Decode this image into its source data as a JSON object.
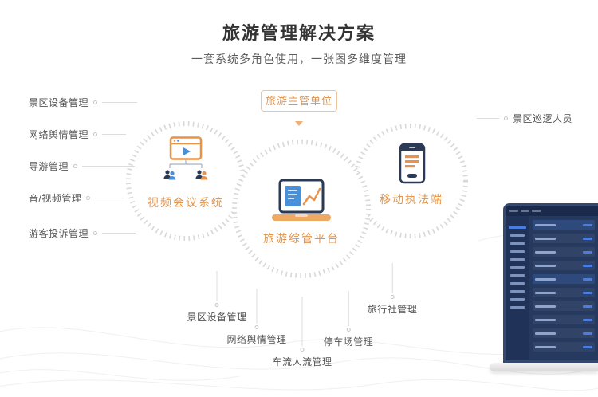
{
  "page": {
    "title": "旅游管理解决方案",
    "subtitle": "一套系统多角色使用，一张图多维度管理"
  },
  "top_node": {
    "label": "旅游主管单位"
  },
  "nodes": {
    "left": {
      "label": "视频会议系统",
      "icon": "video-conference-icon"
    },
    "center": {
      "label": "旅游综管平台",
      "icon": "laptop-chart-icon"
    },
    "right": {
      "label": "移动执法端",
      "icon": "mobile-enforcement-icon"
    }
  },
  "left_items": [
    "景区设备管理",
    "网络舆情管理",
    "导游管理",
    "音/视频管理",
    "游客投诉管理"
  ],
  "right_items": [
    "景区巡逻人员"
  ],
  "bottom_items": [
    "景区设备管理",
    "网络舆情管理",
    "车流人流管理",
    "停车场管理",
    "旅行社管理"
  ],
  "colors": {
    "accent_orange": "#E8924A",
    "label_orange": "#E2954F",
    "navy": "#2B3A55",
    "blue": "#4A90D9",
    "tick_gray": "#D8D8D8",
    "line_gray": "#DCDCDC",
    "title_dark": "#333333"
  }
}
